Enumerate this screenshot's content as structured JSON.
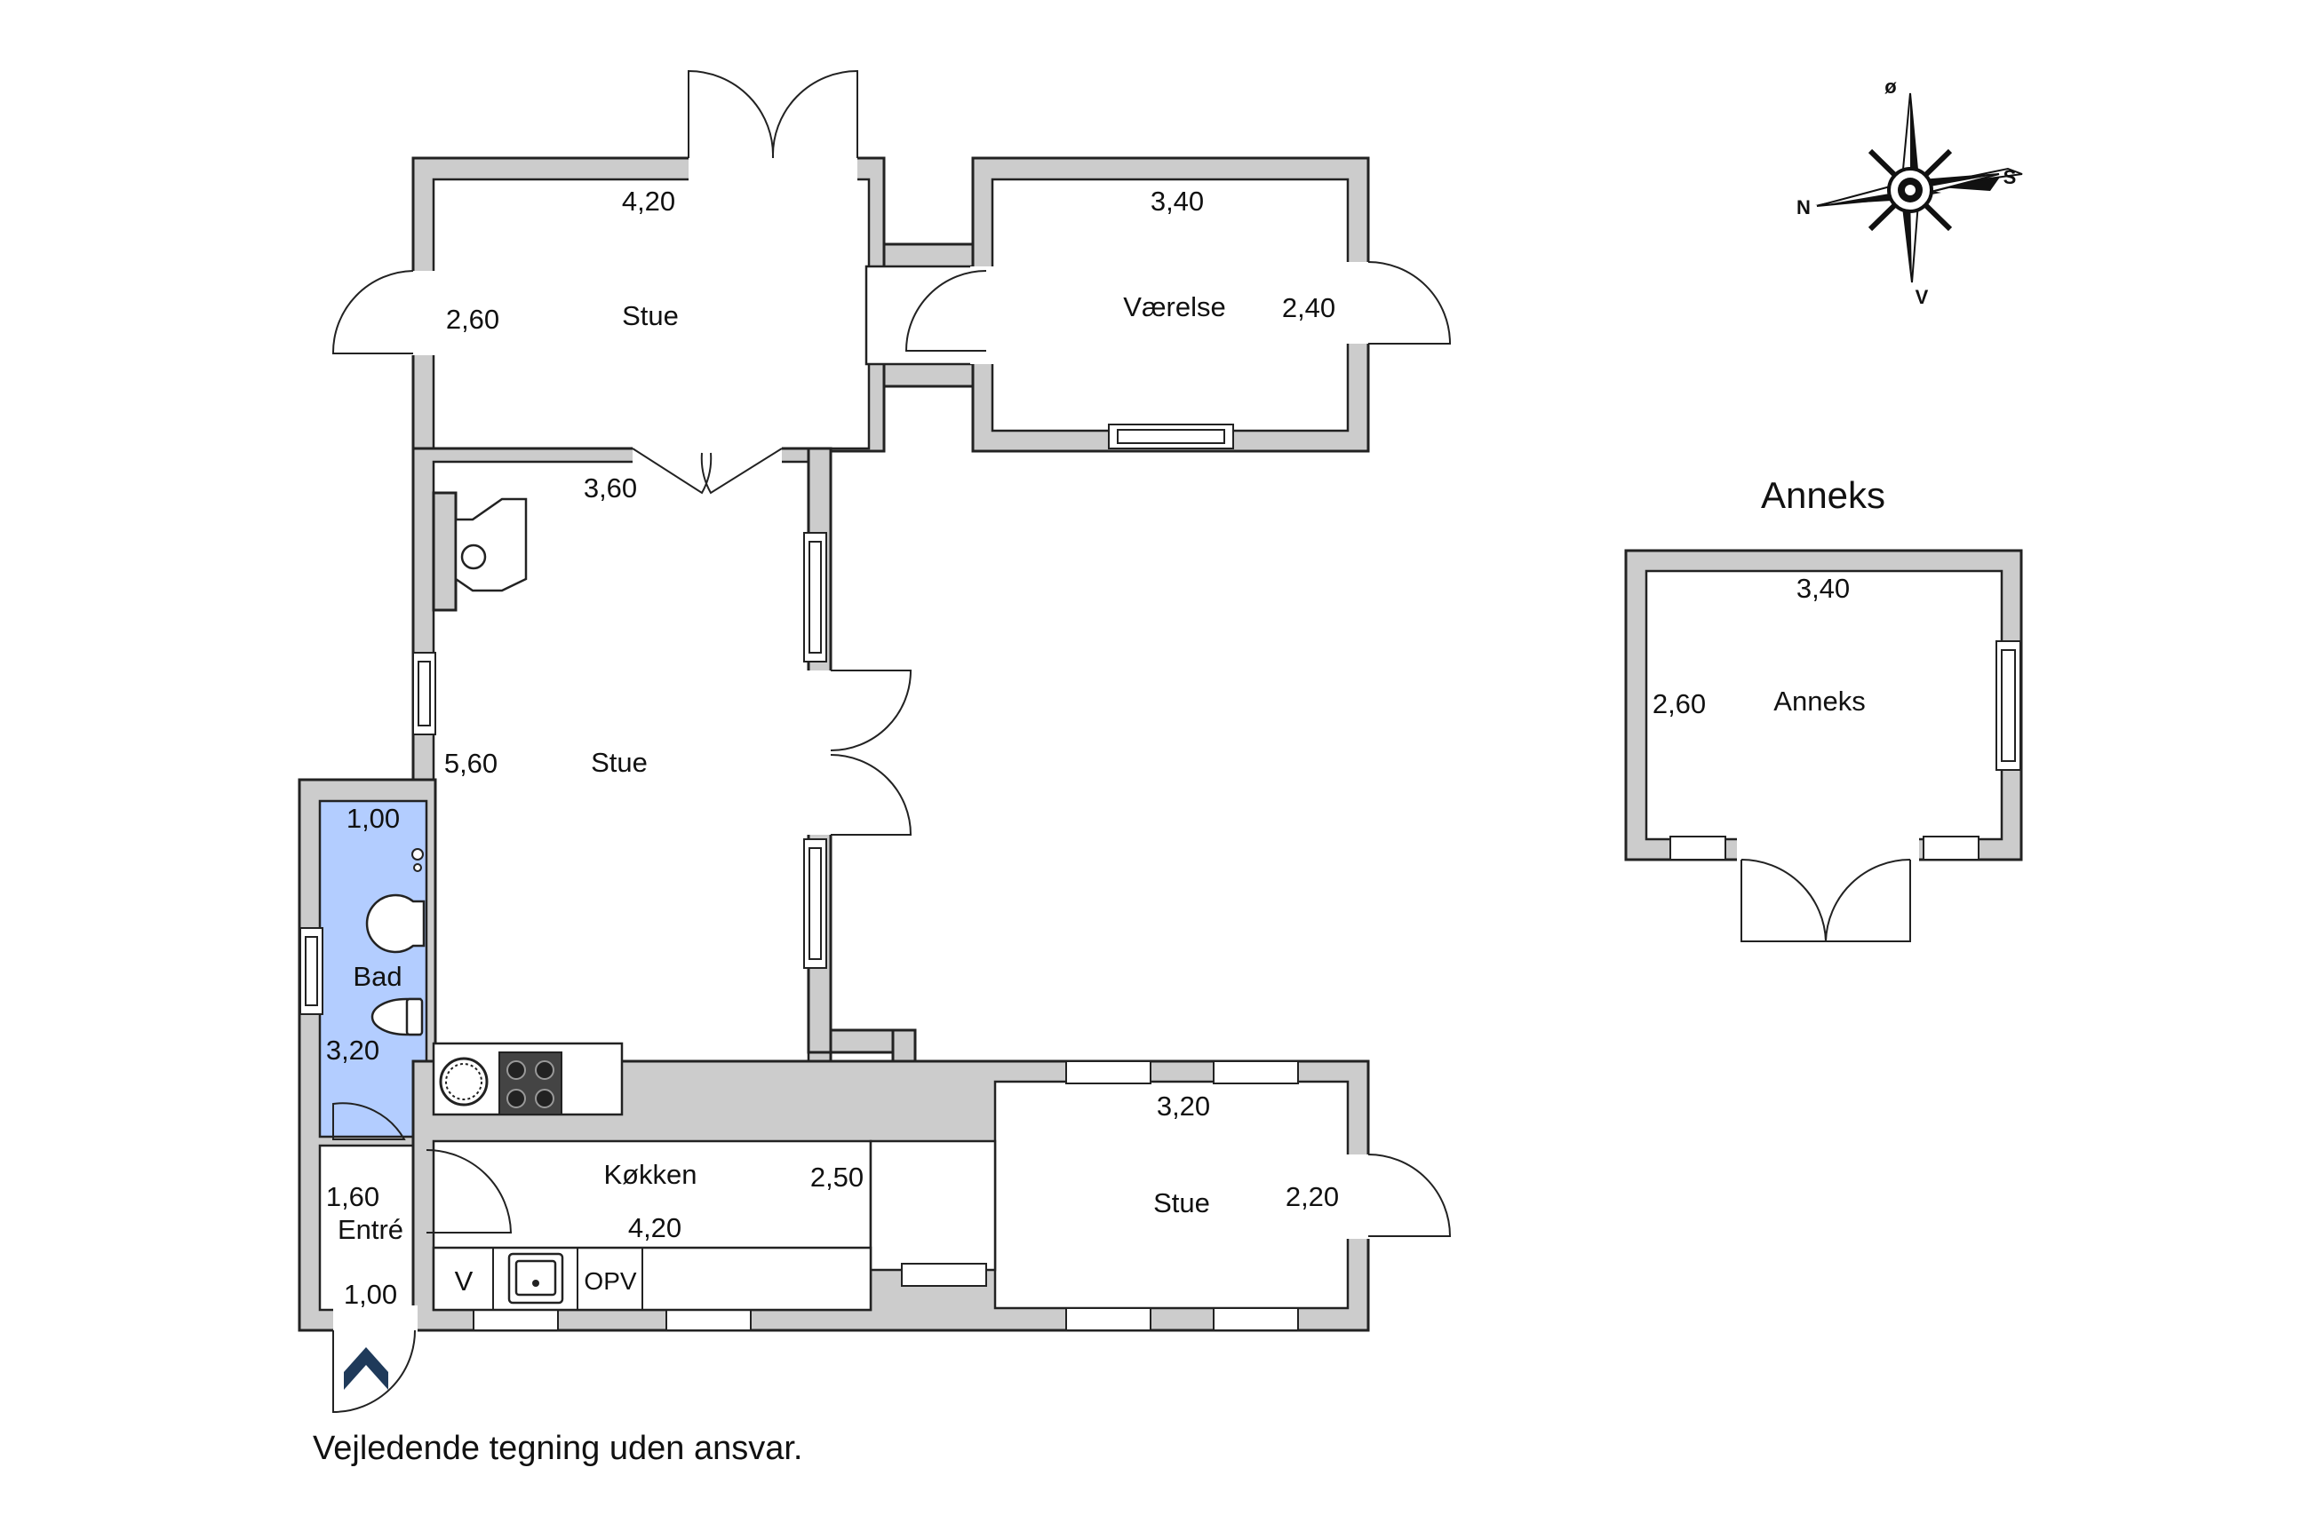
{
  "annex_title": "Anneks",
  "disclaimer": "Vejledende tegning uden ansvar.",
  "compass": {
    "north": "N",
    "east": "ø",
    "south": "S",
    "west": "V"
  },
  "colors": {
    "wet_room": "#b3cdff",
    "wall": "#cccccc",
    "entrance_arrow": "#1f3a5a"
  },
  "rooms": {
    "stue_top": {
      "name": "Stue",
      "width": "4,20",
      "depth": "2,60",
      "inner": "3,60"
    },
    "vaerelse": {
      "name": "Værelse",
      "width": "3,40",
      "depth": "2,40"
    },
    "stue_mid": {
      "name": "Stue",
      "depth": "5,60"
    },
    "bad": {
      "name": "Bad",
      "width": "1,00",
      "depth": "3,20"
    },
    "entre": {
      "name": "Entré",
      "depth": "1,60",
      "width": "1,00"
    },
    "koekken": {
      "name": "Køkken",
      "width": "4,20",
      "depth": "2,50"
    },
    "stue_bottom": {
      "name": "Stue",
      "width": "3,20",
      "depth": "2,20"
    },
    "anneks": {
      "name": "Anneks",
      "width": "3,40",
      "depth": "2,60"
    }
  },
  "fixtures": {
    "v_label": "V",
    "opv_label": "OPV"
  }
}
